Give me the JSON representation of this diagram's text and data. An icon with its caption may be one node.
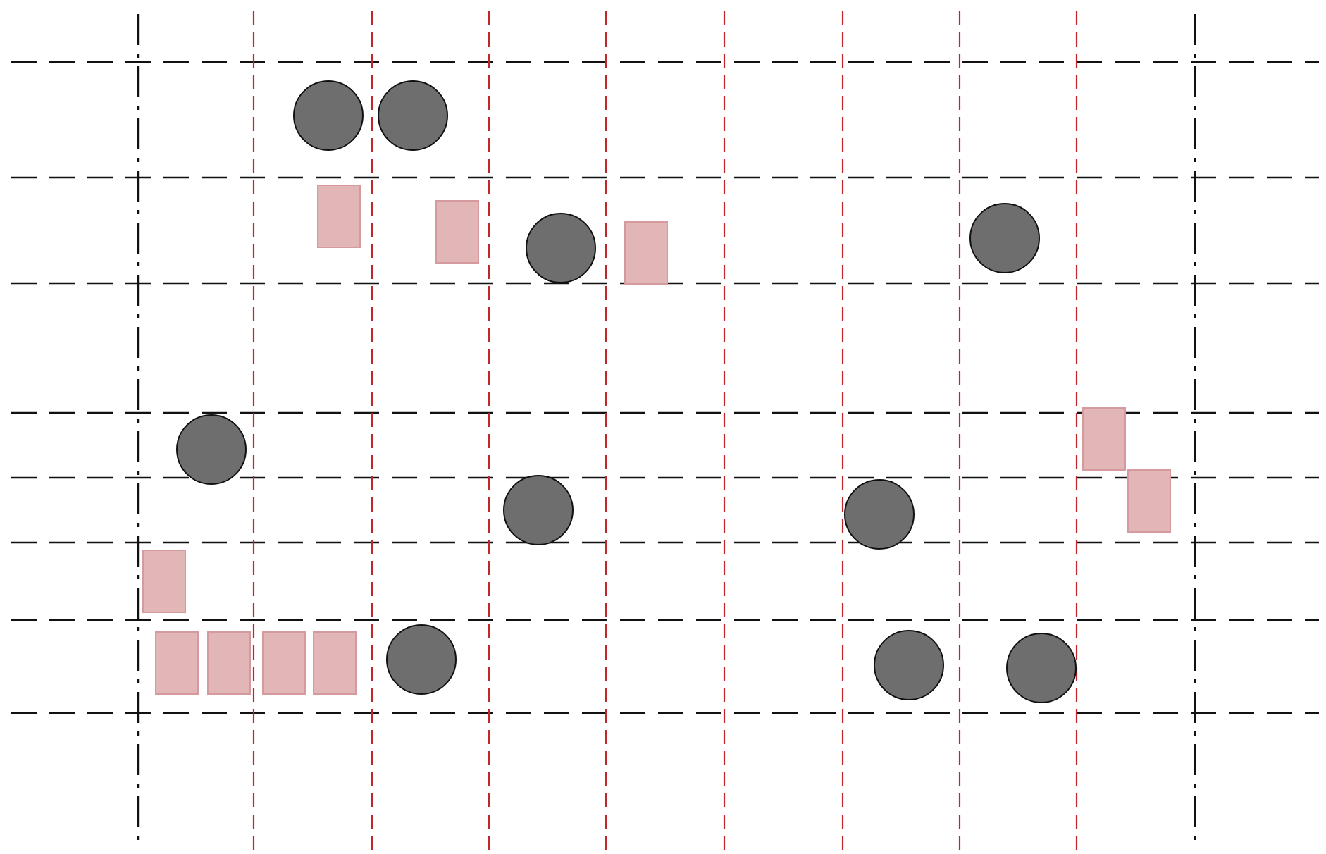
{
  "diagram": {
    "nodes": [
      {
        "text": [],
        "shape": "circle"
      },
      {
        "text": [],
        "shape": "circle"
      },
      {
        "text": [],
        "shape": "box"
      },
      {
        "text": [],
        "shape": "box"
      },
      {
        "text": [],
        "shape": "circle"
      },
      {
        "text": [],
        "shape": "box"
      },
      {
        "text": [],
        "shape": "circle"
      },
      {
        "text": [],
        "shape": "box"
      },
      {
        "text": [],
        "shape": "circle"
      },
      {
        "text": [],
        "shape": "box"
      },
      {
        "text": [],
        "shape": "circle"
      },
      {
        "text": [],
        "shape": "circle"
      },
      {
        "text": [],
        "shape": "box"
      },
      {
        "text": [],
        "shape": "box"
      },
      {
        "text": [],
        "shape": "box"
      },
      {
        "text": [],
        "shape": "box"
      },
      {
        "text": [],
        "shape": "box"
      },
      {
        "text": [],
        "shape": "circle"
      },
      {
        "text": [],
        "shape": "circle"
      },
      {
        "text": [],
        "shape": "circle"
      }
    ]
  }
}
